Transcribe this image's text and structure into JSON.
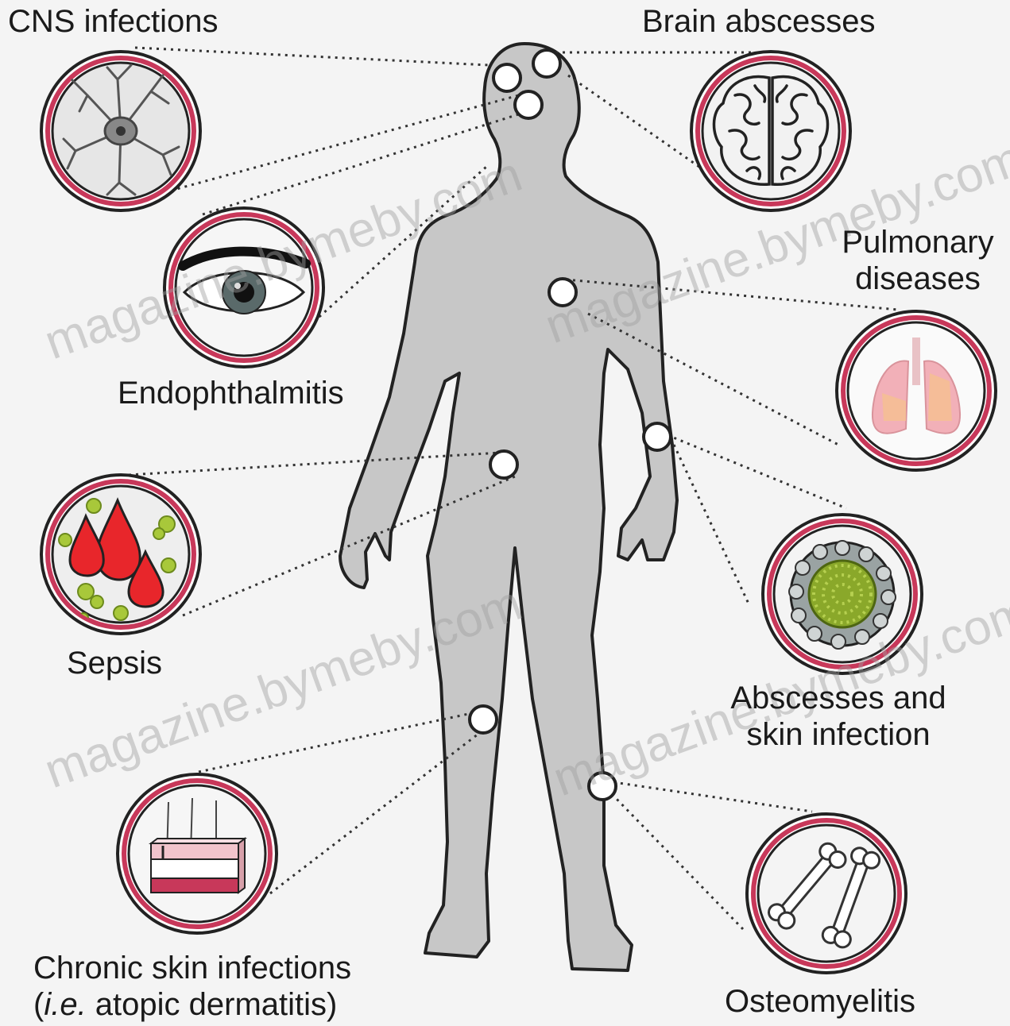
{
  "labels": {
    "cns": "CNS infections",
    "brain": "Brain abscesses",
    "pulmonary_line1": "Pulmonary",
    "pulmonary_line2": "diseases",
    "endophthalmitis": "Endophthalmitis",
    "sepsis": "Sepsis",
    "abscesses_line1": "Abscesses and",
    "abscesses_line2": "skin infection",
    "chronic_line1": "Chronic skin infections",
    "chronic_line2_open": "(",
    "chronic_line2_ie": "i.e.",
    "chronic_line2_rest": " atopic dermatitis)",
    "osteomyelitis": "Osteomyelitis"
  },
  "watermark": "magazine.bymeby.com",
  "colors": {
    "background": "#f4f4f4",
    "body": "#c7c7c7",
    "ring": "#c8385a",
    "outline": "#222222",
    "blood": "#e8262b",
    "bacteria": "#a8c83a",
    "lung": "#f2b0b8"
  },
  "icons": {
    "cns": "neuron-icon",
    "brain": "brain-icon",
    "endophthalmitis": "eye-icon",
    "pulmonary": "lungs-icon",
    "sepsis": "blood-drops-icon",
    "abscess": "abscess-icon",
    "chronic_skin": "skin-layers-icon",
    "osteomyelitis": "bones-icon"
  }
}
